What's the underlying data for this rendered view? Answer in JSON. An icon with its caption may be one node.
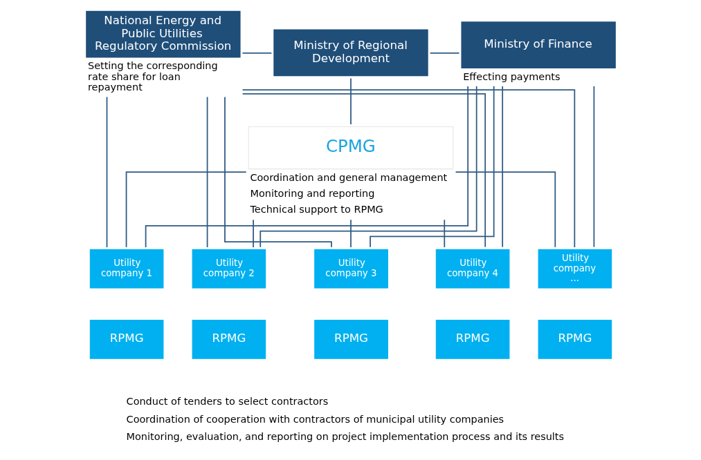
{
  "diagram": {
    "nodes": [
      {
        "text": [
          "National Energy and Public Utilities Regulatory Commission"
        ],
        "beside": [
          "Setting the corresponding rate share for loan repayment"
        ]
      },
      {
        "text": [
          "Ministry of Regional Development"
        ]
      },
      {
        "text": [
          "Ministry of Finance"
        ],
        "beside": [
          "Effecting payments"
        ]
      },
      {
        "text": [
          "CPMG"
        ],
        "beside": [
          "Coordination and general management",
          "Monitoring and reporting",
          "Technical support to RPMG"
        ]
      },
      {
        "text": [
          "Utility company 1"
        ]
      },
      {
        "text": [
          "Utility company 2"
        ]
      },
      {
        "text": [
          "Utility company 3"
        ]
      },
      {
        "text": [
          "Utility company 4"
        ]
      },
      {
        "text": [
          "Utility company ..."
        ]
      },
      {
        "text": [
          "RPMG"
        ]
      },
      {
        "text": [
          "RPMG"
        ]
      },
      {
        "text": [
          "RPMG"
        ]
      },
      {
        "text": [
          "RPMG"
        ]
      },
      {
        "text": [
          "RPMG"
        ]
      }
    ],
    "edges": [
      {
        "from": 0,
        "to": 1,
        "arrow": "none"
      },
      {
        "from": 1,
        "to": 2,
        "arrow": "none"
      },
      {
        "from": 1,
        "to": 3,
        "arrow": "none"
      },
      {
        "from": 0,
        "to": 4,
        "arrow": "none"
      },
      {
        "from": 0,
        "to": 5,
        "arrow": "none"
      },
      {
        "from": 0,
        "to": 6,
        "arrow": "none"
      },
      {
        "from": 0,
        "to": 7,
        "arrow": "none"
      },
      {
        "from": 0,
        "to": 8,
        "arrow": "none"
      },
      {
        "from": 3,
        "to": 4,
        "arrow": "none"
      },
      {
        "from": 3,
        "to": 5,
        "arrow": "none"
      },
      {
        "from": 3,
        "to": 6,
        "arrow": "none"
      },
      {
        "from": 3,
        "to": 7,
        "arrow": "none"
      },
      {
        "from": 3,
        "to": 8,
        "arrow": "none"
      },
      {
        "from": 2,
        "to": 4,
        "arrow": "none"
      },
      {
        "from": 2,
        "to": 5,
        "arrow": "none"
      },
      {
        "from": 2,
        "to": 6,
        "arrow": "none"
      },
      {
        "from": 2,
        "to": 7,
        "arrow": "none"
      },
      {
        "from": 2,
        "to": 8,
        "arrow": "none"
      }
    ],
    "labels": [
      "Conduct of tenders to select contractors",
      "Coordination of cooperation with contractors of municipal utility companies",
      "Monitoring, evaluation, and reporting on project implementation process and its results"
    ]
  }
}
